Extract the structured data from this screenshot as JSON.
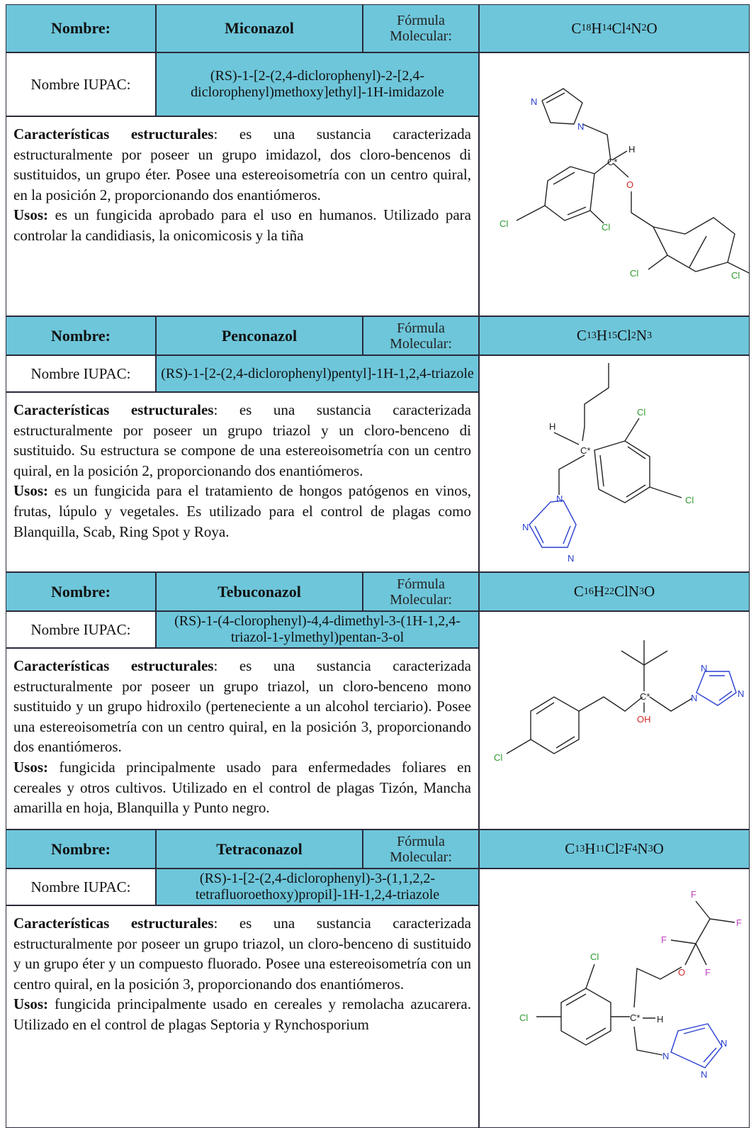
{
  "labels": {
    "name": "Nombre:",
    "formula_line1": "Fórmula",
    "formula_line2": "Molecular:",
    "iupac": "Nombre IUPAC:",
    "struct_title": "Características estructurales",
    "uses_title": "Usos:"
  },
  "compounds": [
    {
      "name": "Miconazol",
      "formula": [
        "C",
        "18",
        "H",
        "14",
        "Cl",
        "4",
        "N",
        "2",
        "O",
        ""
      ],
      "iupac": "(RS)-1-[2-(2,4-diclorophenyl)-2-[2,4-diclorophenyl)methoxy]ethyl]-1H-imidazole",
      "structure": ": es una sustancia caracterizada estructuralmente por poseer un grupo imidazol, dos cloro-bencenos di sustituidos, un grupo éter. Posee una estereoisometría con un centro quiral, en la posición 2, proporcionando dos enantiómeros.",
      "uses": " es un fungicida aprobado para el uso en humanos. Utilizado para controlar la candidiasis, la onicomicosis y la tiña"
    },
    {
      "name": "Penconazol",
      "formula": [
        "C",
        "13",
        "H",
        "15",
        "Cl",
        "2",
        "N",
        "3"
      ],
      "iupac": "(RS)-1-[2-(2,4-diclorophenyl)pentyl]-1H-1,2,4-triazole",
      "structure": ": es una sustancia caracterizada estructuralmente por poseer un grupo triazol y un cloro-benceno di sustituido. Su estructura se compone de una estereoisometría con un centro quiral, en la posición 2, proporcionando dos enantiómeros.",
      "uses": " es un fungicida para el tratamiento de hongos patógenos en vinos, frutas, lúpulo y vegetales. Es utilizado para el control de plagas como Blanquilla, Scab, Ring Spot y Roya."
    },
    {
      "name": "Tebuconazol",
      "formula": [
        "C",
        "16",
        "H",
        "22",
        "ClN",
        "3",
        "O",
        ""
      ],
      "iupac": "(RS)-1-(4-clorophenyl)-4,4-dimethyl-3-(1H-1,2,4-triazol-1-ylmethyl)pentan-3-ol",
      "structure": ": es una sustancia caracterizada estructuralmente por poseer un grupo triazol, un cloro-benceno mono sustituido y un grupo hidroxilo (perteneciente a un alcohol terciario). Posee una estereoisometría con un centro quiral, en la posición 3, proporcionando dos enantiómeros.",
      "uses": " fungicida principalmente usado para enfermedades foliares en cereales y otros cultivos. Utilizado en el control de plagas Tizón, Mancha amarilla en hoja, Blanquilla y Punto negro."
    },
    {
      "name": "Tetraconazol",
      "formula": [
        "C",
        "13",
        "H",
        "11",
        "Cl",
        "2",
        "F",
        "4",
        "N",
        "3",
        "O",
        ""
      ],
      "iupac": "(RS)-1-[2-(2,4-diclorophenyl)-3-(1,1,2,2-tetrafluoroethoxy)propil]-1H-1,2,4-triazole",
      "structure": ": es una sustancia caracterizada estructuralmente por poseer un grupo triazol, un cloro-benceno di sustituido y un grupo éter y un compuesto fluorado. Posee una estereoisometría con un centro quiral, en la posición 3, proporcionando dos enantiómeros.",
      "uses": " fungicida principalmente usado en cereales y remolacha azucarera. Utilizado en el control de plagas Septoria y Rynchosporium"
    }
  ],
  "atoms": {
    "N": "N",
    "Cl": "Cl",
    "O": "O",
    "OH": "OH",
    "F": "F",
    "H": "H",
    "Cstar": "C*"
  },
  "colors": {
    "header": "#6ec6da",
    "chlorine": "#2f9a2f",
    "nitrogen": "#2a3fd0",
    "oxygen": "#d02a2a",
    "fluorine": "#c040c0"
  }
}
